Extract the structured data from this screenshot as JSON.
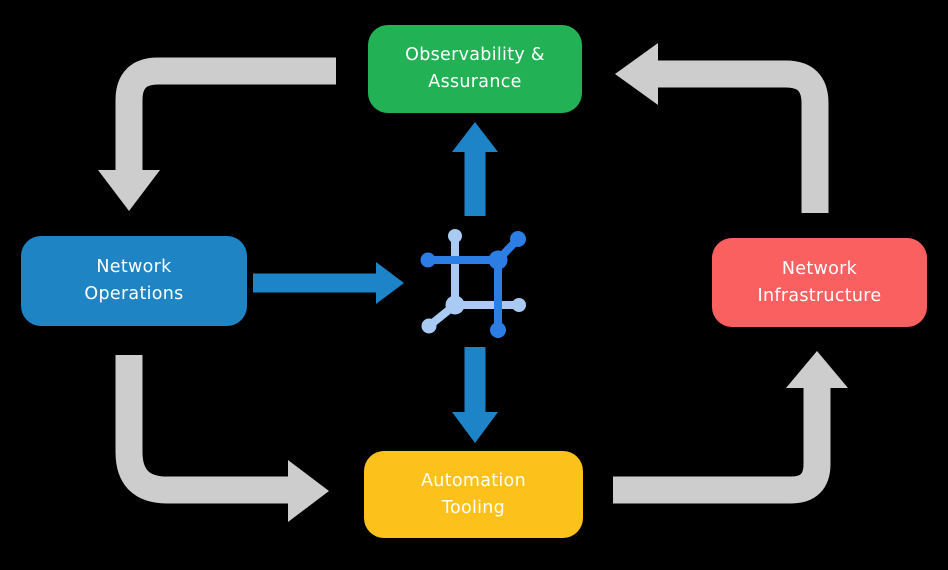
{
  "diagram": {
    "background": "#000000",
    "text_color": "#FFFFFF",
    "nodes": {
      "observability": {
        "line1": "Observability &",
        "line2": "Assurance",
        "color": "#23B156"
      },
      "operations": {
        "line1": "Network",
        "line2": "Operations",
        "color": "#1F84C4"
      },
      "infrastructure": {
        "line1": "Network",
        "line2": "Infrastructure",
        "color": "#FB6060"
      },
      "automation": {
        "line1": "Automation",
        "line2": "Tooling",
        "color": "#FCC11A"
      }
    },
    "arrows": {
      "gray_color": "#CDCDCD",
      "blue_color": "#1E84C8",
      "cycle": [
        "observability-to-operations",
        "operations-to-automation",
        "automation-to-infrastructure",
        "infrastructure-to-observability"
      ],
      "hub": [
        "operations-to-center",
        "center-to-observability",
        "center-to-automation"
      ]
    },
    "center_icon": {
      "name": "network-automation-hub-icon",
      "dark_color": "#2C7EE4",
      "light_color": "#A9CBF3"
    }
  }
}
